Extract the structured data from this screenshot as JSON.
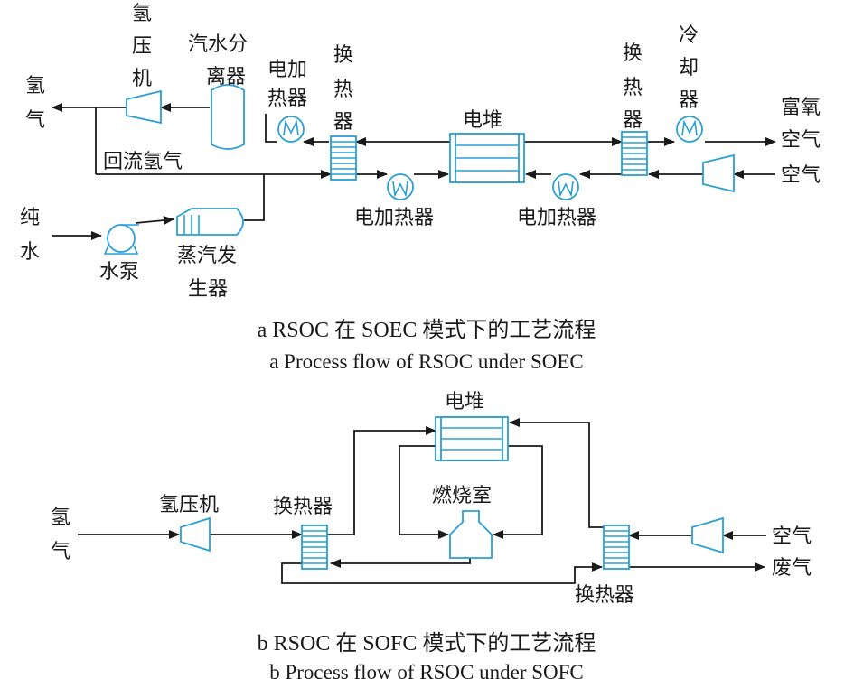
{
  "diagram_a": {
    "labels": {
      "h2_out": [
        "氢",
        "气"
      ],
      "h2_compressor": [
        "氢",
        "压",
        "机"
      ],
      "separator": [
        "汽水分",
        "离器"
      ],
      "elec_heater_top": [
        "电加",
        "热器"
      ],
      "hx_left": [
        "换",
        "热",
        "器"
      ],
      "stack": "电堆",
      "hx_right": [
        "换",
        "热",
        "器"
      ],
      "cooler": [
        "冷",
        "却",
        "器"
      ],
      "o2_rich": [
        "富氧",
        "空气"
      ],
      "air": "空气",
      "recycle_h2": "回流氢气",
      "pure_water": [
        "纯",
        "水"
      ],
      "pump": "水泵",
      "steam_gen": [
        "蒸汽发",
        "生器"
      ],
      "elec_heater_1": "电加热器",
      "elec_heater_2": "电加热器"
    },
    "caption_cn": "a RSOC 在 SOEC 模式下的工艺流程",
    "caption_en": "a Process flow of RSOC under SOEC"
  },
  "diagram_b": {
    "labels": {
      "stack": "电堆",
      "h2_in": [
        "氢",
        "气"
      ],
      "h2_compressor": "氢压机",
      "hx_left": "换热器",
      "combustor": "燃烧室",
      "air": "空气",
      "exhaust": "废气",
      "hx_right": "换热器"
    },
    "caption_cn": "b RSOC 在 SOFC 模式下的工艺流程",
    "caption_en": "b Process flow of RSOC under SOFC"
  },
  "colors": {
    "equipment": "#2a9fd6",
    "pipe": "#1a1a1a"
  }
}
